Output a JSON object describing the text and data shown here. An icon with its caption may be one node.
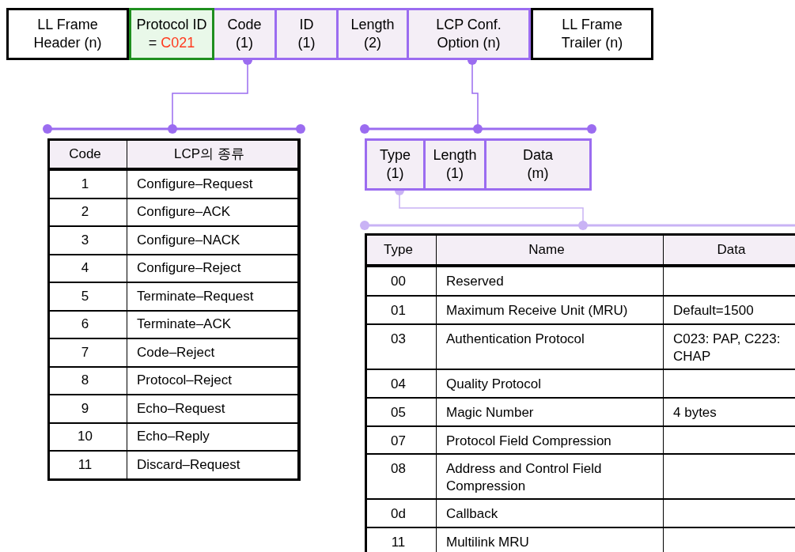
{
  "diagram": {
    "nodes": [
      {
        "text": [
          "LL Frame Header (n)"
        ]
      },
      {
        "text": [
          "Protocol ID =",
          "C021"
        ]
      },
      {
        "text": [
          "Code (1)"
        ]
      },
      {
        "text": [
          "ID (1)"
        ]
      },
      {
        "text": [
          "Length (2)"
        ]
      },
      {
        "text": [
          "LCP Conf. Option (n)"
        ]
      },
      {
        "text": [
          "LL Frame Trailer (n)"
        ]
      },
      {
        "text": [],
        "shape": "bar"
      },
      {
        "text": [],
        "shape": "table"
      },
      {
        "text": [],
        "shape": "bar"
      },
      {
        "text": [
          "Type (1)"
        ]
      },
      {
        "text": [
          "Length (1)"
        ]
      },
      {
        "text": [
          "Data (m)"
        ]
      },
      {
        "text": [],
        "shape": "bar"
      },
      {
        "text": [],
        "shape": "table"
      }
    ],
    "edges": [
      {
        "from": 2,
        "to": 7,
        "arrow": "other"
      },
      {
        "from": 5,
        "to": 9,
        "arrow": "other"
      },
      {
        "from": 10,
        "to": 13,
        "arrow": "other",
        "color": "#c9b3f5"
      }
    ],
    "labels": [
      "Code",
      "LCP의 종류",
      "1",
      "Configure–Request",
      "2",
      "Configure–ACK",
      "3",
      "Configure–NACK",
      "4",
      "Configure–Reject",
      "5",
      "Terminate–Request",
      "6",
      "Terminate–ACK",
      "7",
      "Code–Reject",
      "8",
      "Protocol–Reject",
      "9",
      "Echo–Request",
      "10",
      "Echo–Reply",
      "11",
      "Discard–Request",
      "Type",
      "Name",
      "Data",
      "00",
      "Reserved",
      "01",
      "Maximum Receive Unit (MRU)",
      "Default=1500",
      "03",
      "Authentication Protocol",
      "C023: PAP, C223: CHAP",
      "04",
      "Quality Protocol",
      "05",
      "Magic Number",
      "4 bytes",
      "07",
      "Protocol Field Compression",
      "08",
      "Address and Control Field Compression",
      "0d",
      "Callback",
      "11",
      "Multilink MRU"
    ]
  }
}
